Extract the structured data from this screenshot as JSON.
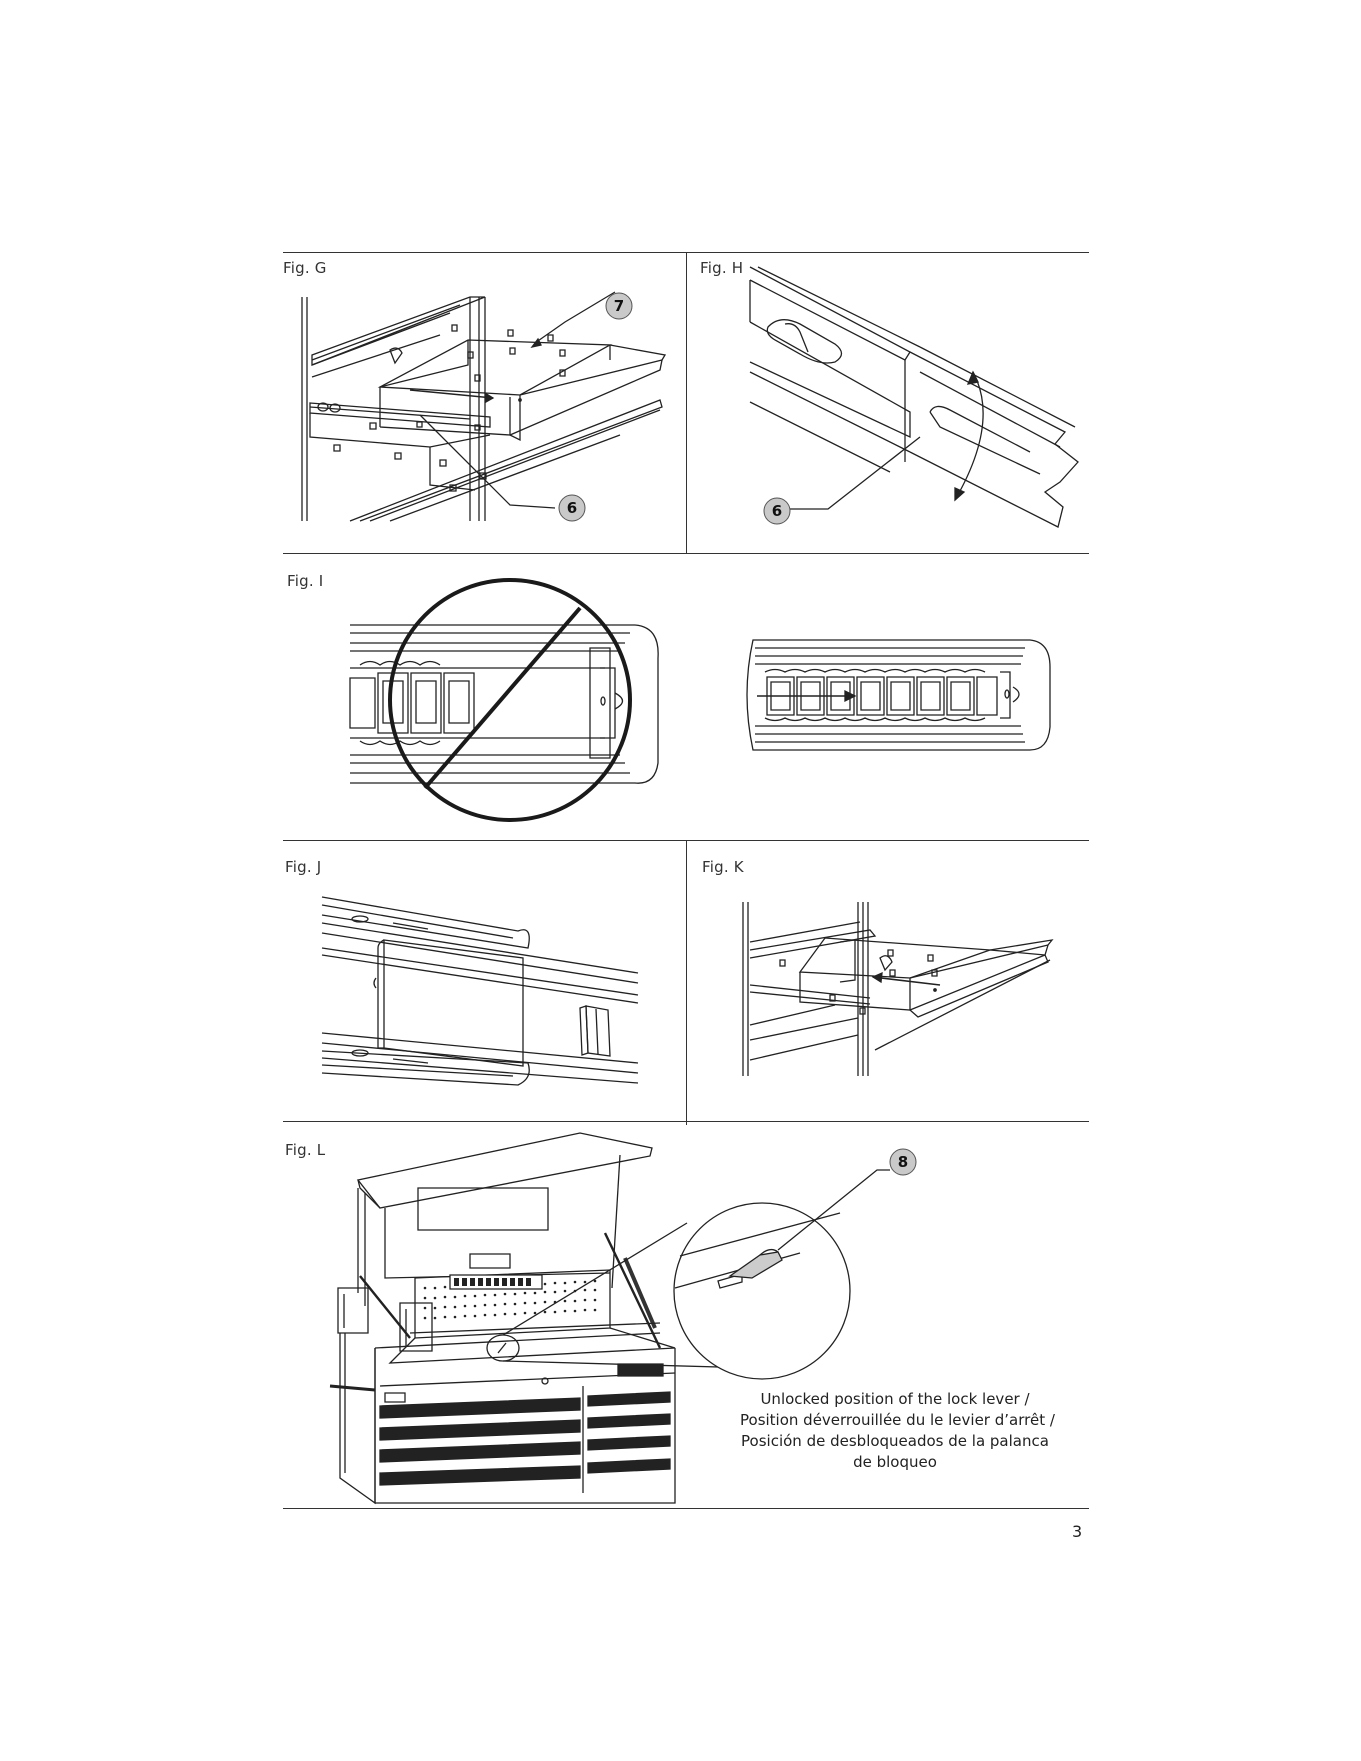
{
  "figures": {
    "g": {
      "label": "Fig. G",
      "callouts": [
        "7",
        "6"
      ]
    },
    "h": {
      "label": "Fig. H",
      "callouts": [
        "6"
      ]
    },
    "i": {
      "label": "Fig. I"
    },
    "j": {
      "label": "Fig. J"
    },
    "k": {
      "label": "Fig. K"
    },
    "l": {
      "label": "Fig. L",
      "callouts": [
        "8"
      ],
      "caption": [
        "Unlocked position of the lock lever /",
        "Position déverrouillée du le levier d’arrêt /",
        "Posición de desbloqueados de la palanca",
        "de bloqueo"
      ]
    }
  },
  "page_number": "3"
}
